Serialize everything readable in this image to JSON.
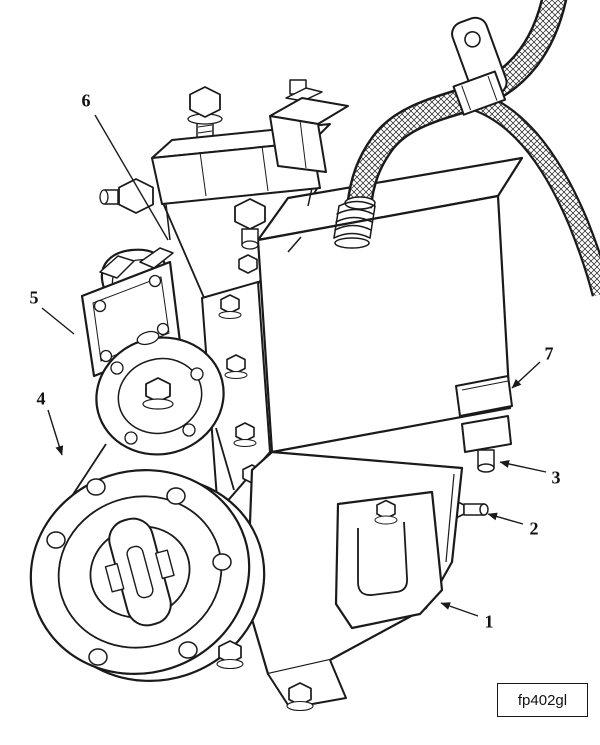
{
  "figure": {
    "code": "fp402gl",
    "kind": "parts-catalog line drawing",
    "subject": "fuel pump assembly",
    "background_color": "#ffffff",
    "line_color": "#1a1a1a"
  },
  "callouts": [
    {
      "label": "1"
    },
    {
      "label": "2"
    },
    {
      "label": "3"
    },
    {
      "label": "4"
    },
    {
      "label": "5"
    },
    {
      "label": "6"
    },
    {
      "label": "7"
    }
  ]
}
